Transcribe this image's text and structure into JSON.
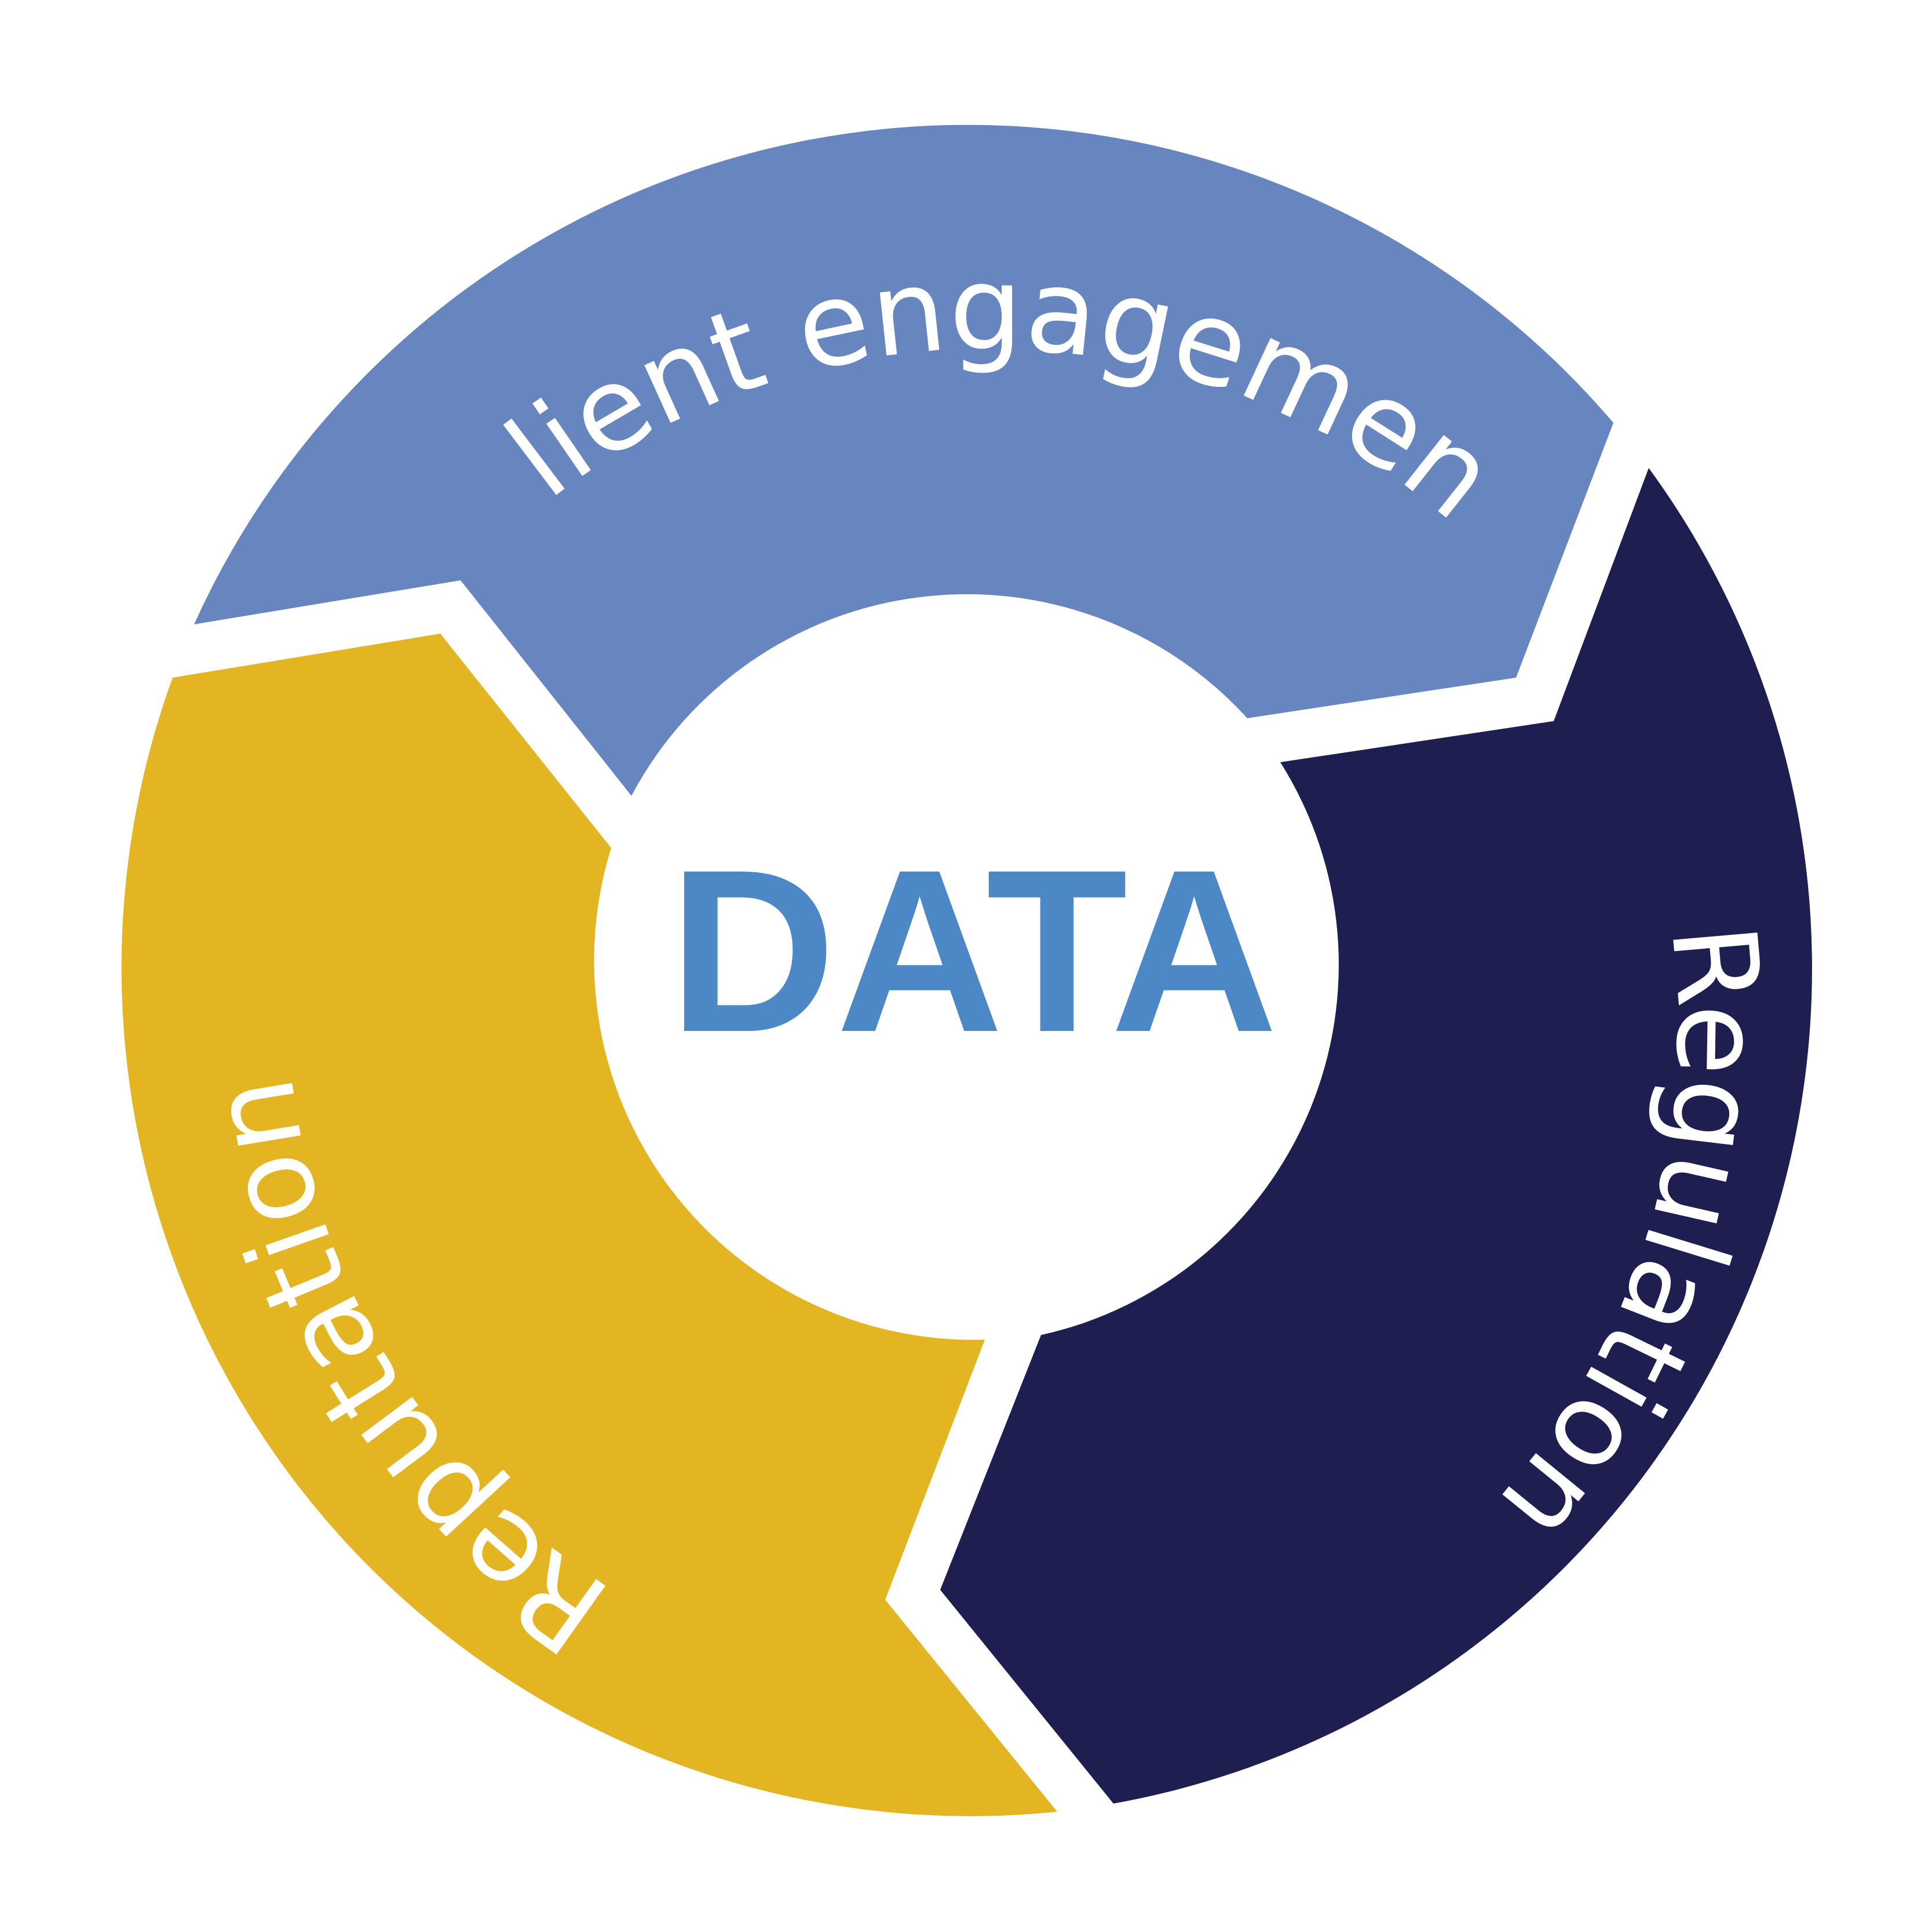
{
  "center": {
    "label": "DATA",
    "color": "#4c88c6"
  },
  "segments": [
    {
      "id": "client-engagement",
      "label": "Client engagement",
      "color": "#6786bf"
    },
    {
      "id": "regulation",
      "label": "Regulation",
      "color": "#1e1f50"
    },
    {
      "id": "reputation",
      "label": "Reputation",
      "color": "#e3b522"
    }
  ]
}
